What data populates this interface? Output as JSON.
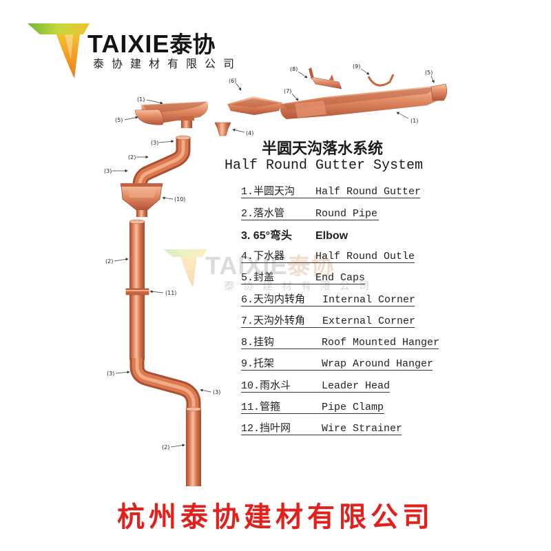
{
  "brand": {
    "name_latin": "TAIXIE",
    "name_cn": "泰协",
    "company_cn": "泰协建材有限公司"
  },
  "watermark": {
    "name_latin": "TAIXIE",
    "name_cn": "泰协",
    "company_cn": "泰协建材有限公司"
  },
  "title": {
    "cn": "半圆天沟落水系统",
    "en": "Half Round Gutter System"
  },
  "parts": [
    {
      "num": "1.",
      "cn": "半圆天沟",
      "en": "Half Round Gutter"
    },
    {
      "num": "2.",
      "cn": "落水管",
      "en": "Round Pipe"
    },
    {
      "num": "3. ",
      "cn": "65°弯头",
      "en": "Elbow"
    },
    {
      "num": "4.",
      "cn": "下水器",
      "en": "Half Round Outle"
    },
    {
      "num": "5.",
      "cn": "封盖",
      "en": "End Caps"
    },
    {
      "num": "6.",
      "cn": "天沟内转角",
      "en": "Internal Corner"
    },
    {
      "num": "7.",
      "cn": "天沟外转角",
      "en": "External Corner"
    },
    {
      "num": "8.",
      "cn": "挂钩",
      "en": "Roof Mounted Hanger"
    },
    {
      "num": "9.",
      "cn": "托架",
      "en": "Wrap Around Hanger"
    },
    {
      "num": "10.",
      "cn": "雨水斗",
      "en": "Leader Head"
    },
    {
      "num": "11.",
      "cn": "管箍",
      "en": "Pipe Clamp"
    },
    {
      "num": "12.",
      "cn": "挡叶网",
      "en": "Wire Strainer"
    }
  ],
  "callouts": [
    "(1)",
    "(5)",
    "(6)",
    "(7)",
    "(8)",
    "(9)",
    "(5)",
    "(1)",
    "(4)",
    "(3)",
    "(2)",
    "(3)",
    "(10)",
    "(2)",
    "(11)",
    "(3)",
    "(3)",
    "(2)"
  ],
  "footer": {
    "company": "杭州泰协建材有限公司"
  },
  "colors": {
    "copper": "#d9794e",
    "copper_light": "#f4b28e",
    "copper_dark": "#a9492c",
    "footer_red": "#e3201b",
    "logo_green": "#8cc63f",
    "logo_yellow": "#f2c12e",
    "logo_orange": "#f08a24"
  },
  "icons": [
    "taixie-logo-icon",
    "taixie-watermark-icon"
  ]
}
